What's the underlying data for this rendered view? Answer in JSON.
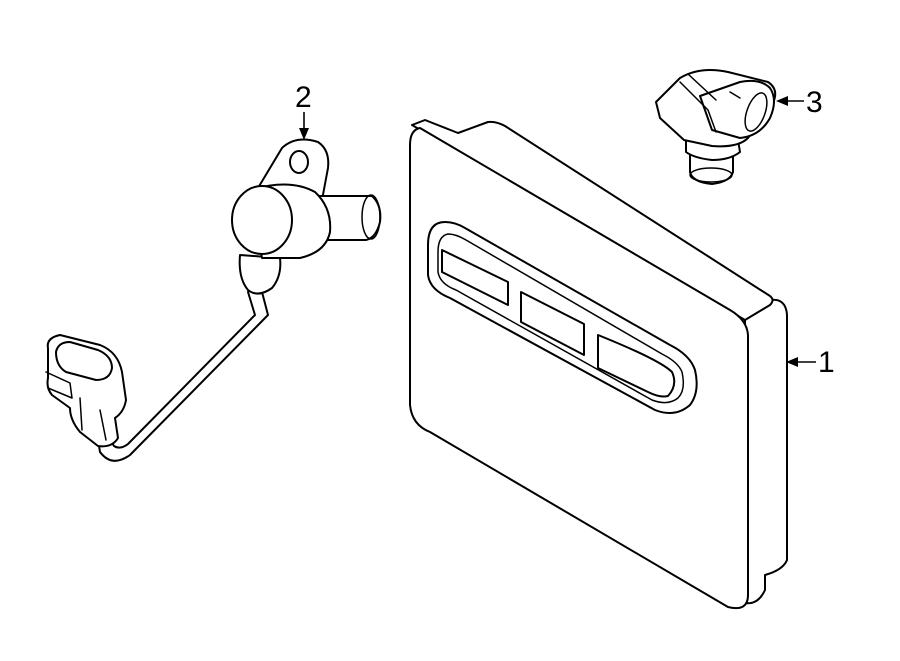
{
  "diagram": {
    "callouts": [
      {
        "id": "1",
        "label": "1"
      },
      {
        "id": "2",
        "label": "2"
      },
      {
        "id": "3",
        "label": "3"
      }
    ],
    "colors": {
      "line": "#000000",
      "fill": "#ffffff"
    }
  }
}
